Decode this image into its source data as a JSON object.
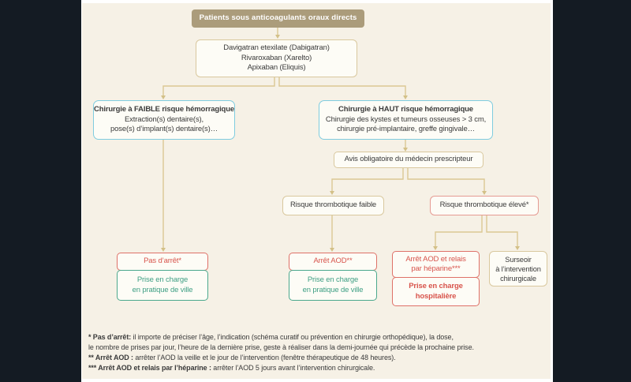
{
  "colors": {
    "frame": "#141b23",
    "panel_bg": "#f6f1e6",
    "tan_solid": "#ab9c7b",
    "tan_line": "#dbc894",
    "blue_border": "#7fccdf",
    "red": "#d8544c",
    "pink_border": "#e59b93",
    "green": "#3f9f84",
    "text": "#3b3b3b"
  },
  "flow": {
    "title": "Patients sous anticoagulants oraux directs",
    "medications": {
      "lines": [
        "Davigatran etexilate (Dabigatran)",
        "Rivaroxaban (Xarelto)",
        "Apixaban (Eliquis)"
      ]
    },
    "low_risk": {
      "title": "Chirurgie à FAIBLE risque hémorragique",
      "lines": [
        "Extraction(s) dentaire(s),",
        "pose(s) d’implant(s) dentaire(s)…"
      ]
    },
    "high_risk": {
      "title": "Chirurgie à HAUT risque hémorragique",
      "lines": [
        "Chirurgie des kystes et tumeurs osseuses > 3 cm,",
        "chirurgie pré-implantaire, greffe gingivale…"
      ]
    },
    "advice": "Avis obligatoire du médecin prescripteur",
    "thrombotic_low": "Risque thrombotique faible",
    "thrombotic_high": "Risque thrombotique élevé*",
    "no_stop": "Pas d’arrêt*",
    "city_care": {
      "lines": [
        "Prise en charge",
        "en pratique de ville"
      ]
    },
    "stop_aod": "Arrêt AOD**",
    "stop_relay": {
      "lines": [
        "Arrêt AOD et relais",
        "par héparine***"
      ]
    },
    "hospital_care": {
      "lines": [
        "Prise en charge",
        "hospitalière"
      ]
    },
    "postpone": {
      "lines": [
        "Surseoir",
        "à l’intervention",
        "chirurgicale"
      ]
    },
    "footnotes": [
      {
        "lead": "* Pas d’arrêt:",
        "text": " il importe de préciser l’âge, l’indication (schéma curatif ou prévention en chirurgie orthopédique), la dose,"
      },
      {
        "lead": "",
        "text": "le nombre de prises par jour, l’heure de la dernière prise, geste à réaliser dans la demi-journée qui précède la prochaine prise."
      },
      {
        "lead": "** Arrêt AOD :",
        "text": " arrêter l’AOD la veille et le jour de l’intervention (fenêtre thérapeutique de 48 heures)."
      },
      {
        "lead": "*** Arrêt AOD et relais par l’héparine :",
        "text": " arrêter l’AOD 5 jours avant l’intervention chirurgicale."
      }
    ]
  }
}
